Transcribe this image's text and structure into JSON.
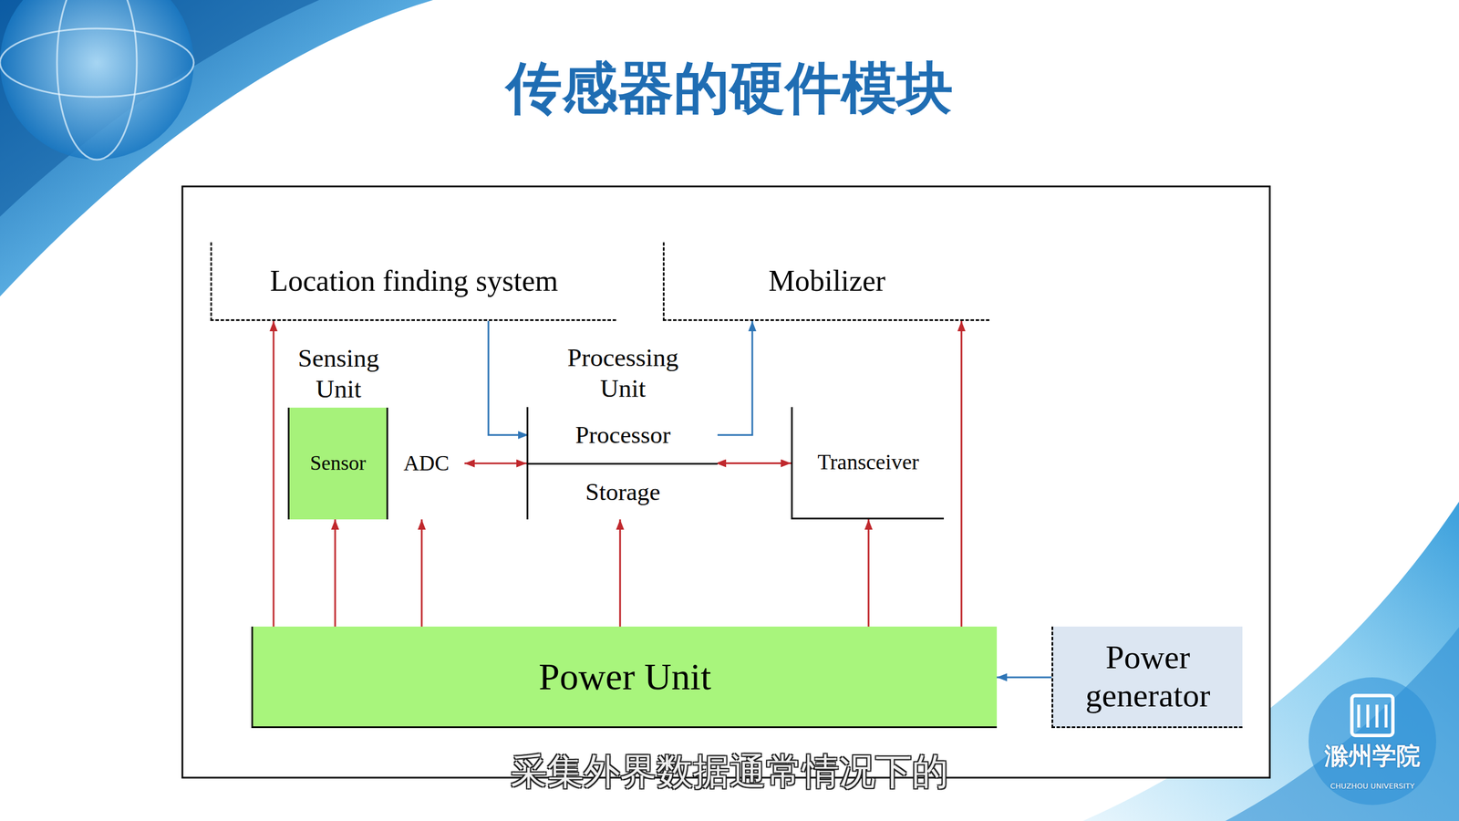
{
  "diagram": {
    "title": "传感器的硬件模块",
    "caption": "采集外界数据通常情况下的",
    "nodes": [
      {
        "text": [
          "Location finding system"
        ]
      },
      {
        "text": [
          "Mobilizer"
        ]
      },
      {
        "text": [
          "Sensing Unit"
        ]
      },
      {
        "text": [
          "Sensor"
        ],
        "in": 2
      },
      {
        "text": [
          "ADC"
        ],
        "in": 2
      },
      {
        "text": [
          "Processing Unit"
        ]
      },
      {
        "text": [
          "Processor"
        ],
        "in": 5
      },
      {
        "text": [
          "Storage"
        ],
        "in": 5
      },
      {
        "text": [
          "Transceiver"
        ]
      },
      {
        "text": [
          "Power Unit"
        ]
      },
      {
        "text": [
          "Power generator"
        ]
      }
    ],
    "edges": [
      {
        "from": 0,
        "to": 6,
        "arrow": "to"
      },
      {
        "from": 6,
        "to": 1,
        "arrow": "to"
      },
      {
        "from": 4,
        "to": 5,
        "arrow": "both"
      },
      {
        "from": 5,
        "to": 8,
        "arrow": "both"
      },
      {
        "from": 9,
        "to": 0,
        "arrow": "to"
      },
      {
        "from": 9,
        "to": 3,
        "arrow": "to"
      },
      {
        "from": 9,
        "to": 4,
        "arrow": "to"
      },
      {
        "from": 9,
        "to": 7,
        "arrow": "to"
      },
      {
        "from": 9,
        "to": 8,
        "arrow": "to"
      },
      {
        "from": 9,
        "to": 1,
        "arrow": "to"
      },
      {
        "from": 10,
        "to": 9,
        "arrow": "to"
      }
    ],
    "labels": [
      "滁州学院",
      "CHUZHOU UNIVERSITY"
    ]
  }
}
